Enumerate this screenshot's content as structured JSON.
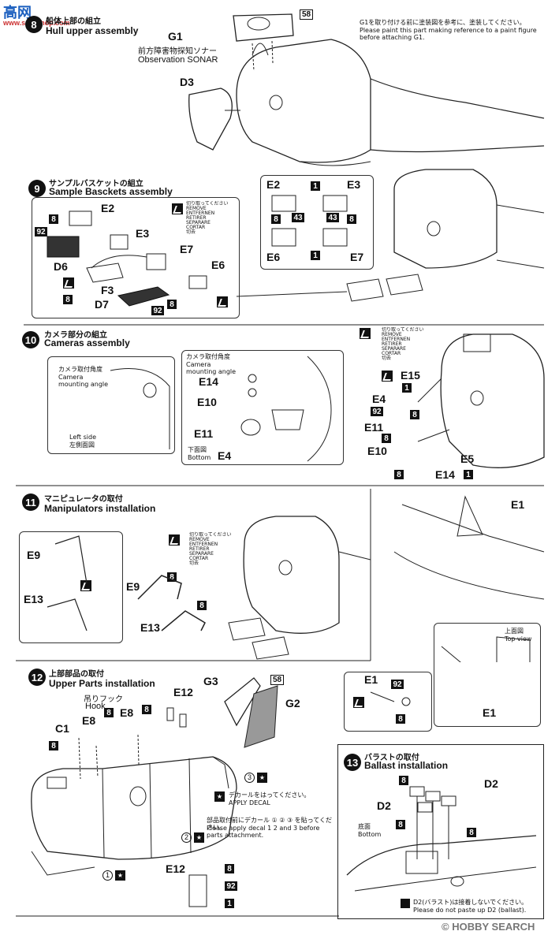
{
  "watermark": {
    "text": "www.sno-shop.com",
    "logo": "高网"
  },
  "step8": {
    "num": "8",
    "jp": "船体上部の組立",
    "en": "Hull upper assembly",
    "g1": "G1",
    "g1_jp": "前方障害物探知ソナー",
    "g1_en": "Observation SONAR",
    "d3": "D3",
    "color": "58",
    "note_jp": "G1を取り付ける前に塗装図を参考に、塗装してください。",
    "note_en": "Please paint this part making reference to a paint figure before attaching G1."
  },
  "step9": {
    "num": "9",
    "jp": "サンプルバスケットの組立",
    "en": "Sample Basckets assembly",
    "parts": {
      "e2": "E2",
      "e3": "E3",
      "e6": "E6",
      "e7": "E7",
      "d6": "D6",
      "d7": "D7",
      "f3": "F3"
    },
    "colors": {
      "c8": "8",
      "c92": "92",
      "c1": "1",
      "c43": "43"
    },
    "cut": [
      "切り取ってください",
      "REMOVE",
      "ENTFERNEN",
      "RETIRER",
      "SEPARARE",
      "CORTAR",
      "切去"
    ]
  },
  "step10": {
    "num": "10",
    "jp": "カメラ部分の組立",
    "en": "Cameras assembly",
    "angle_jp": "カメラ取付角度",
    "angle_en": "Camera mounting angle",
    "left_jp": "左側面図",
    "left_en": "Left side",
    "bottom_jp": "下面図",
    "bottom_en": "Bottom",
    "parts": {
      "e4": "E4",
      "e5": "E5",
      "e10": "E10",
      "e11": "E11",
      "e14": "E14",
      "e15": "E15"
    },
    "cut": [
      "切り取ってください",
      "REMOVE",
      "ENTFERNEN",
      "RETIRER",
      "SEPARARE",
      "CORTAR",
      "切去"
    ]
  },
  "step11": {
    "num": "11",
    "jp": "マニピュレータの取付",
    "en": "Manipulators installation",
    "parts": {
      "e9": "E9",
      "e13": "E13",
      "e1": "E1"
    },
    "top_jp": "上面図",
    "top_en": "Top view",
    "cut": [
      "切り取ってください",
      "REMOVE",
      "ENTFERNEN",
      "RETIRER",
      "SEPARARE",
      "CORTAR",
      "切去"
    ]
  },
  "step12": {
    "num": "12",
    "jp": "上部部品の取付",
    "en": "Upper Parts installation",
    "hook_jp": "吊りフック",
    "hook_en": "Hook",
    "parts": {
      "c1": "C1",
      "e8": "E8",
      "e12": "E12",
      "g2": "G2",
      "g3": "G3",
      "e1": "E1"
    },
    "decal_jp": "デカールをはってください。",
    "decal_en": "APPLY DECAL",
    "decal_note_jp": "部品取付前にデカール ① ② ③ を貼ってください。",
    "decal_note_en": "Please apply decal 1 2 and 3 before parts attachment.",
    "d1": "1",
    "d2": "2",
    "d3": "3"
  },
  "step13": {
    "num": "13",
    "jp": "バラストの取付",
    "en": "Ballast installation",
    "d2": "D2",
    "bottom_jp": "底面",
    "bottom_en": "Bottom",
    "note_jp": "D2(バラスト)は接着しないでください。",
    "note_en": "Please do not paste up D2 (ballast)."
  },
  "footer": {
    "copy": "©",
    "brand": "HOBBY SEARCH"
  }
}
